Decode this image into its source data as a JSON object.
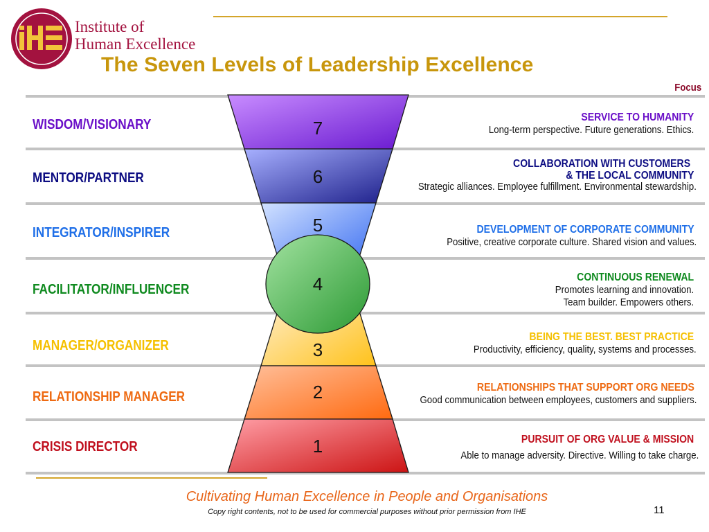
{
  "header": {
    "logo_letters": "iHE",
    "org_name_line1": "Institute of",
    "org_name_line2": "Human Excellence",
    "title": "The Seven Levels of Leadership Excellence",
    "focus_label": "Focus"
  },
  "colors": {
    "brand_crimson": "#a3123f",
    "logo_yellow": "#f2c43a",
    "title_gold": "#c8960c",
    "rule_gold": "#d4a52a",
    "focus_label": "#8b0a2a",
    "divider_gray": "#c3c3c3",
    "tagline_orange": "#e8661a"
  },
  "levels": [
    {
      "number": "7",
      "role": "WISDOM/VISIONARY",
      "focus_title": "SERVICE TO HUMANITY",
      "focus_title_line2": "",
      "desc_line1": "Long-term perspective. Future generations. Ethics.",
      "desc_line2": "",
      "color": "#6a0fc8",
      "fill_light": "#c88cff",
      "fill_dark": "#6a1ad0"
    },
    {
      "number": "6",
      "role": "MENTOR/PARTNER",
      "focus_title": "COLLABORATION WITH CUSTOMERS",
      "focus_title_line2": "& THE LOCAL COMMUNITY",
      "desc_line1": "Strategic alliances. Employee fulfillment. Environmental stewardship.",
      "desc_line2": "",
      "color": "#0c0c82",
      "fill_light": "#a7b0ff",
      "fill_dark": "#1d1f8a"
    },
    {
      "number": "5",
      "role": "INTEGRATOR/INSPIRER",
      "focus_title": "DEVELOPMENT OF CORPORATE COMMUNITY",
      "focus_title_line2": "",
      "desc_line1": "Positive, creative corporate culture. Shared vision and values.",
      "desc_line2": "",
      "color": "#1f6fe8",
      "fill_light": "#d2e2ff",
      "fill_dark": "#2e64f0"
    },
    {
      "number": "4",
      "role": "FACILITATOR/INFLUENCER",
      "focus_title": "CONTINUOUS RENEWAL",
      "focus_title_line2": "",
      "desc_line1": "Promotes learning and innovation.",
      "desc_line2": "Team builder.  Empowers others.",
      "color": "#0f8a1f",
      "fill_light": "#a2e2a0",
      "fill_dark": "#2c9a34"
    },
    {
      "number": "3",
      "role": "MANAGER/ORGANIZER",
      "focus_title": "BEING THE BEST. BEST PRACTICE",
      "focus_title_line2": "",
      "desc_line1": "Productivity, efficiency, quality, systems and processes.",
      "desc_line2": "",
      "color": "#f5c000",
      "fill_light": "#fff0d6",
      "fill_dark": "#ffc21a"
    },
    {
      "number": "2",
      "role": "RELATIONSHIP MANAGER",
      "focus_title": "RELATIONSHIPS THAT SUPPORT ORG NEEDS",
      "focus_title_line2": "",
      "desc_line1": "Good communication between employees, customers and suppliers.",
      "desc_line2": "",
      "color": "#ee6a12",
      "fill_light": "#ffbf9a",
      "fill_dark": "#ff6a10"
    },
    {
      "number": "1",
      "role": "CRISIS DIRECTOR",
      "focus_title": "PURSUIT OF ORG VALUE & MISSION",
      "focus_title_line2": "",
      "desc_line1": "Able to manage adversity.  Directive.  Willing to take charge.",
      "desc_line2": "",
      "color": "#c0101e",
      "fill_light": "#ff9ea6",
      "fill_dark": "#cc1414"
    }
  ],
  "footer": {
    "tagline": "Cultivating Human Excellence in People and Organisations",
    "copyright": "Copy right contents, not to be used for commercial purposes without prior permission from IHE",
    "page_number": "11"
  }
}
